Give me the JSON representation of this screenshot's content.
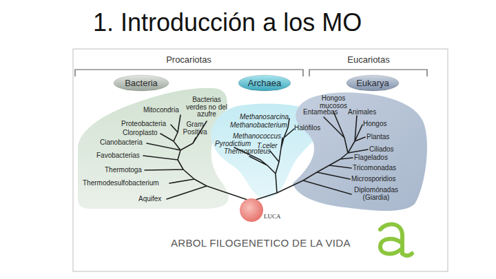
{
  "diagram": {
    "title": "1. Introducción a los MO",
    "caption": "ARBOL FILOGENETICO DE LA VIDA",
    "nodes": [
      {
        "text": [
          "Bacteria"
        ]
      },
      {
        "text": [
          "Archaea"
        ]
      },
      {
        "text": [
          "Eukarya"
        ]
      },
      {
        "text": [
          "LUCA"
        ]
      }
    ],
    "labels": [
      "Procariotas",
      "Eucariotas",
      "Bacterias verdes no del azufre",
      "Mitocondria",
      "Gram Positiva",
      "Proteobacteria",
      "Cloroplasto",
      "Cianobacteria",
      "Favobacterias",
      "Thermotoga",
      "Thermodesulfobacterium",
      "Aquifex",
      "Methanosarcina",
      "Methanobacterium",
      "Halófilos",
      "Methanococcus",
      "Pyrodictium",
      "T.celer",
      "Thermoproteus",
      "Hongos mucosos",
      "Entamebas",
      "Animales",
      "Hongos",
      "Plantas",
      "Ciliados",
      "Flagelados",
      "Tricomonadas",
      "Microsporidios",
      "Diplomónadas (Giardia)"
    ]
  }
}
